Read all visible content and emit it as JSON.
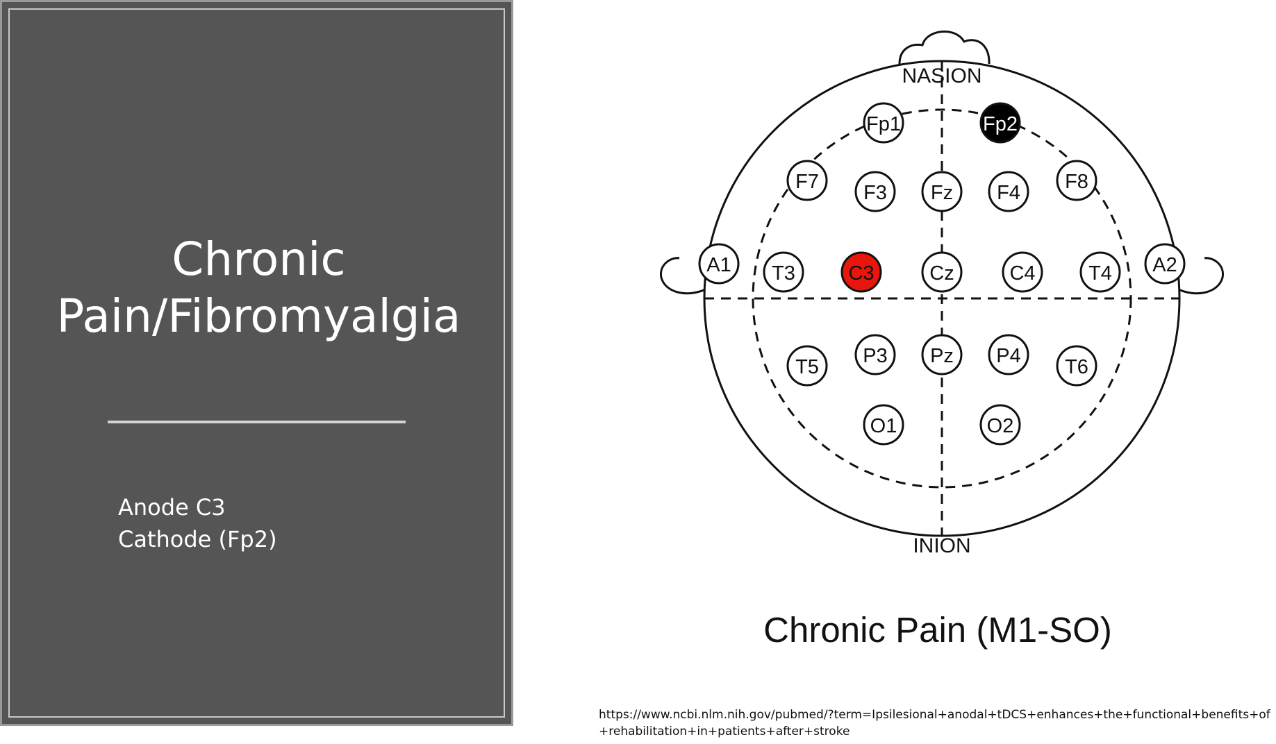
{
  "slide": {
    "title_lines": [
      "Chronic",
      "Pain/Fibromyalgia"
    ],
    "electrode_lines": [
      "Anode C3",
      "Cathode (Fp2)"
    ],
    "caption": "Chronic Pain (M1-SO)",
    "source_url": "https://www.ncbi.nlm.nih.gov/pubmed/?term=Ipsilesional+anodal+tDCS+enhances+the+functional+benefits+of+rehabilitation+in+patients+after+stroke"
  },
  "diagram": {
    "top_label": "NASION",
    "bottom_label": "INION",
    "colors": {
      "anode": "#e8160c",
      "cathode": "#000000",
      "default_fill": "#ffffff",
      "outline": "#111111"
    },
    "electrodes": [
      {
        "label": "Fp1",
        "role": "none"
      },
      {
        "label": "Fp2",
        "role": "cathode"
      },
      {
        "label": "F7",
        "role": "none"
      },
      {
        "label": "F3",
        "role": "none"
      },
      {
        "label": "Fz",
        "role": "none"
      },
      {
        "label": "F4",
        "role": "none"
      },
      {
        "label": "F8",
        "role": "none"
      },
      {
        "label": "A1",
        "role": "none"
      },
      {
        "label": "T3",
        "role": "none"
      },
      {
        "label": "C3",
        "role": "anode"
      },
      {
        "label": "Cz",
        "role": "none"
      },
      {
        "label": "C4",
        "role": "none"
      },
      {
        "label": "T4",
        "role": "none"
      },
      {
        "label": "A2",
        "role": "none"
      },
      {
        "label": "T5",
        "role": "none"
      },
      {
        "label": "P3",
        "role": "none"
      },
      {
        "label": "Pz",
        "role": "none"
      },
      {
        "label": "P4",
        "role": "none"
      },
      {
        "label": "T6",
        "role": "none"
      },
      {
        "label": "O1",
        "role": "none"
      },
      {
        "label": "O2",
        "role": "none"
      }
    ]
  }
}
